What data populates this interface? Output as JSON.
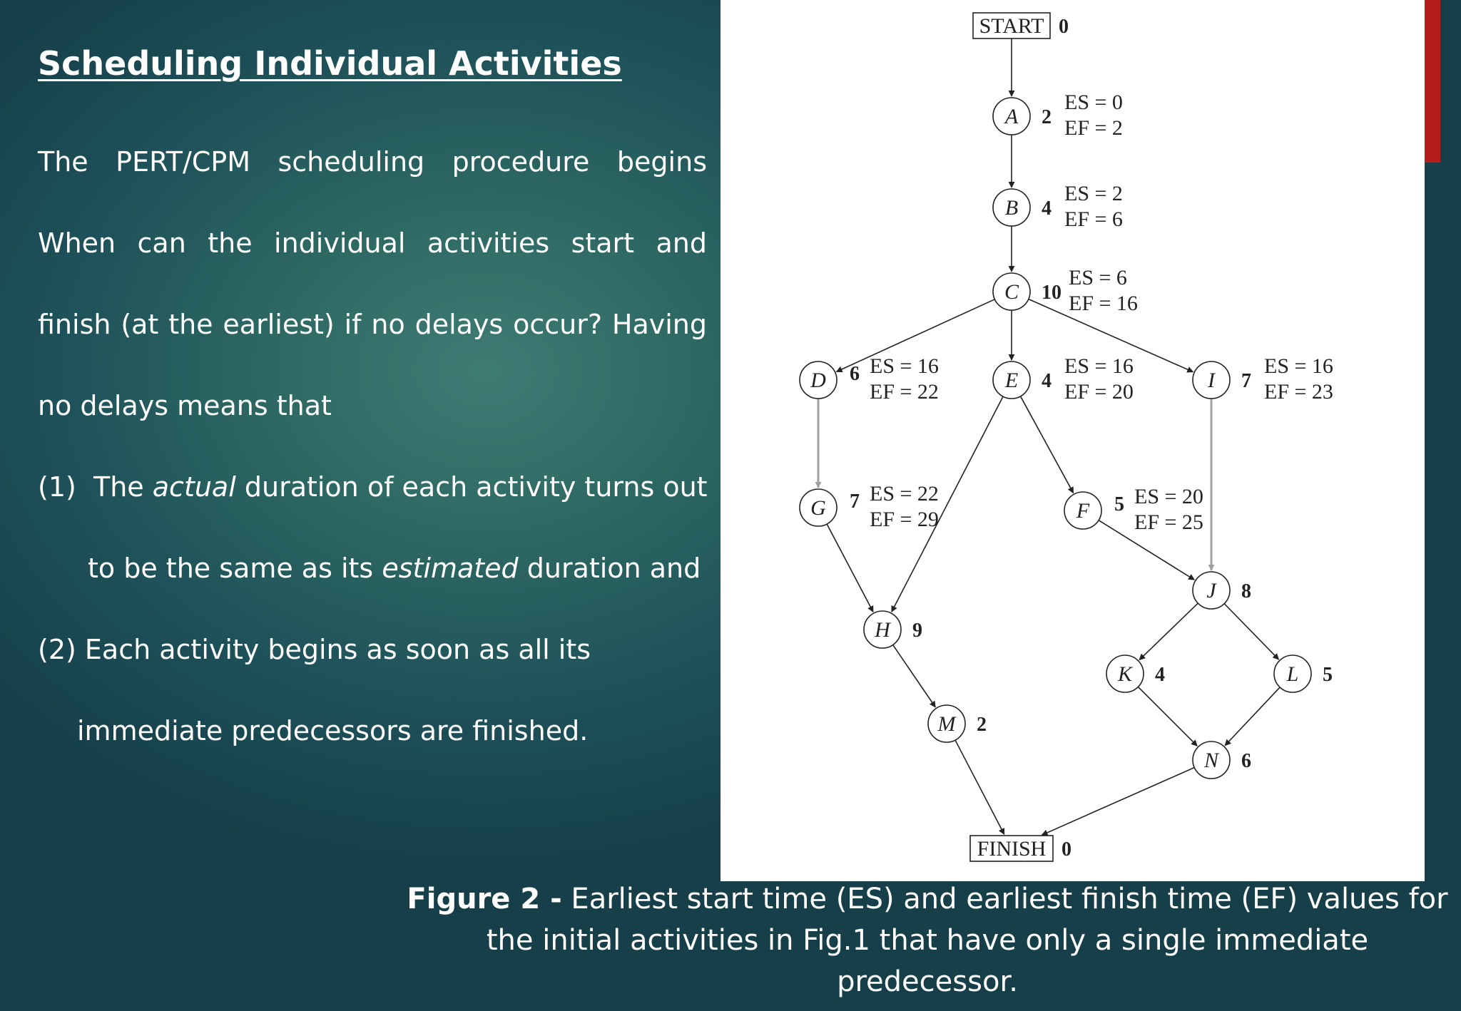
{
  "slide": {
    "title": "Scheduling Individual Activities",
    "paragraph_lines": [
      "The PERT/CPM scheduling procedure begins",
      "When can the individual activities start and",
      "finish (at the earliest) if no delays occur? Having",
      "no delays means that"
    ],
    "item1": {
      "marker": "(1)",
      "line1_before": "The ",
      "line1_em": "actual",
      "line1_after": " duration of each activity turns out",
      "line2_before": "to be the same as its ",
      "line2_em": "estimated",
      "line2_after": " duration and"
    },
    "item2": {
      "line1": "(2) Each activity begins as soon as all its",
      "line2": "immediate predecessors are finished."
    }
  },
  "caption": {
    "label": "Figure 2 -",
    "text": " Earliest start time (ES) and earliest finish time (EF) values for the initial activities in Fig.1 that have only a single immediate predecessor."
  },
  "colors": {
    "accent_red": "#b51c1c",
    "panel_bg": "#ffffff",
    "diagram_ink": "#222222",
    "gray_edge": "#a0a0a0"
  },
  "network": {
    "start": {
      "label": "START",
      "duration": "0"
    },
    "finish": {
      "label": "FINISH",
      "duration": "0"
    },
    "nodes": [
      {
        "id": "A",
        "duration": "2",
        "es": "ES = 0",
        "ef": "EF = 2"
      },
      {
        "id": "B",
        "duration": "4",
        "es": "ES = 2",
        "ef": "EF = 6"
      },
      {
        "id": "C",
        "duration": "10",
        "es": "ES = 6",
        "ef": "EF = 16"
      },
      {
        "id": "D",
        "duration": "6",
        "es": "ES = 16",
        "ef": "EF = 22"
      },
      {
        "id": "E",
        "duration": "4",
        "es": "ES = 16",
        "ef": "EF = 20"
      },
      {
        "id": "I",
        "duration": "7",
        "es": "ES = 16",
        "ef": "EF = 23"
      },
      {
        "id": "G",
        "duration": "7",
        "es": "ES = 22",
        "ef": "EF = 29"
      },
      {
        "id": "F",
        "duration": "5",
        "es": "ES = 20",
        "ef": "EF = 25"
      },
      {
        "id": "J",
        "duration": "8"
      },
      {
        "id": "H",
        "duration": "9"
      },
      {
        "id": "K",
        "duration": "4"
      },
      {
        "id": "L",
        "duration": "5"
      },
      {
        "id": "M",
        "duration": "2"
      },
      {
        "id": "N",
        "duration": "6"
      }
    ]
  }
}
